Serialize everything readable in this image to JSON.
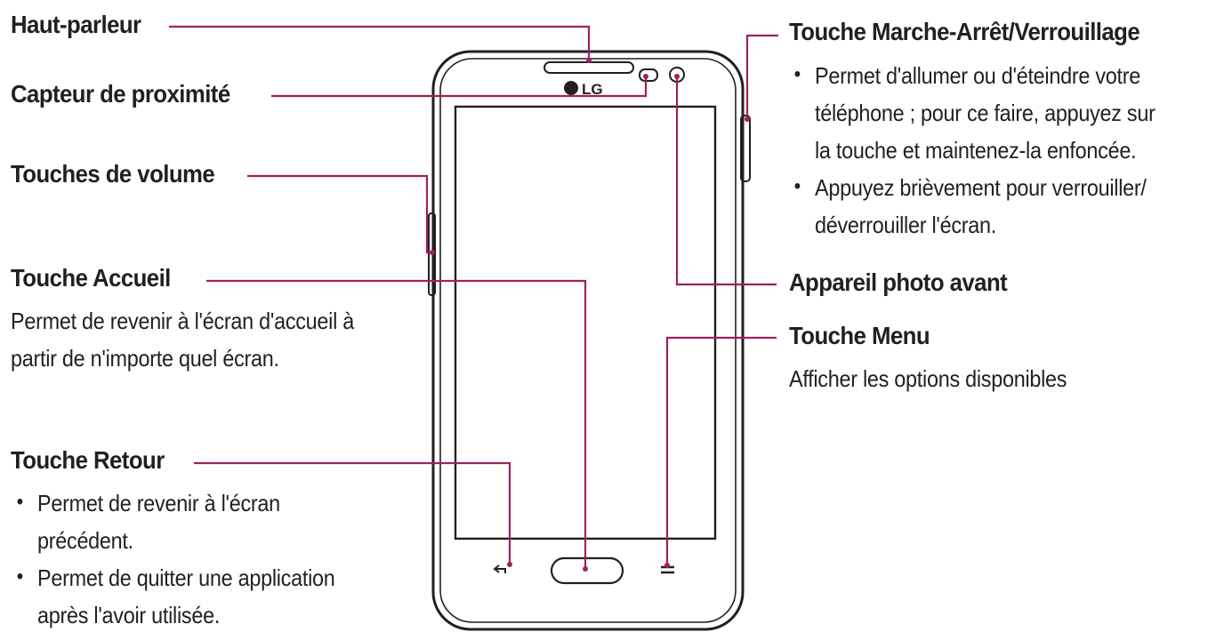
{
  "colors": {
    "leader": "#a0205e",
    "outline": "#231f20",
    "background": "#ffffff"
  },
  "phone": {
    "brand_logo": "LG"
  },
  "left": {
    "speaker": {
      "title": "Haut-parleur"
    },
    "proximity": {
      "title": "Capteur de proximité"
    },
    "volume": {
      "title": "Touches de volume"
    },
    "home": {
      "title": "Touche Accueil",
      "desc_lines": [
        "Permet de revenir à l'écran d'accueil à",
        "partir de n'importe quel écran."
      ]
    },
    "back": {
      "title": "Touche Retour",
      "bullets": [
        [
          "Permet de revenir à l'écran",
          "précédent."
        ],
        [
          "Permet de quitter une application",
          "après l'avoir utilisée."
        ]
      ]
    }
  },
  "right": {
    "power": {
      "title": "Touche Marche-Arrêt/Verrouillage",
      "bullets": [
        [
          "Permet d'allumer ou d'éteindre votre",
          "téléphone ; pour ce faire, appuyez sur",
          "la touche et maintenez-la enfoncée."
        ],
        [
          "Appuyez brièvement pour verrouiller/",
          "déverrouiller l'écran."
        ]
      ]
    },
    "front_camera": {
      "title": "Appareil photo avant"
    },
    "menu": {
      "title": "Touche Menu",
      "desc": "Afficher les options disponibles"
    }
  }
}
